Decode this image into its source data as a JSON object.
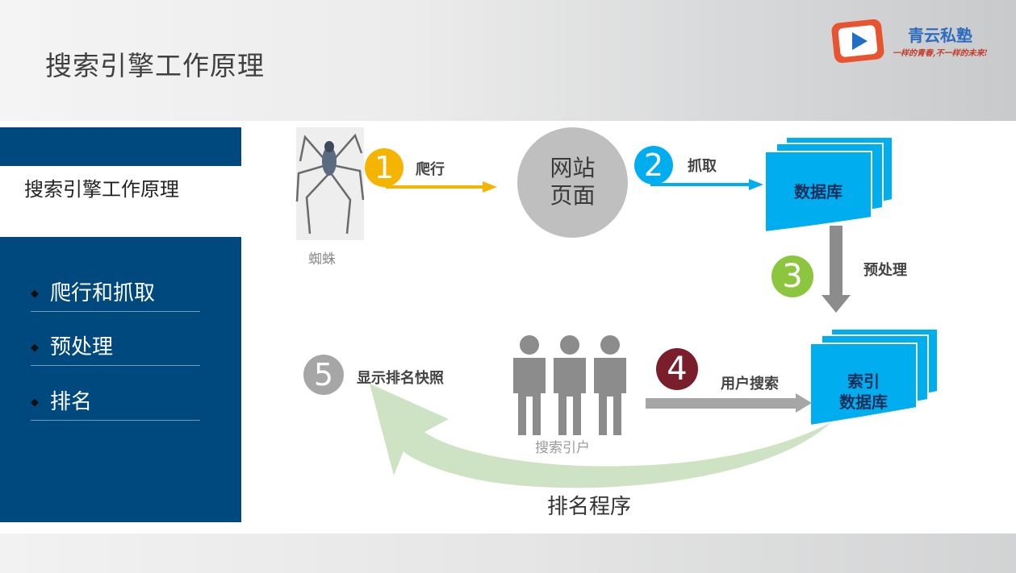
{
  "page": {
    "title": "搜索引擎工作原理"
  },
  "logo": {
    "name": "青云私塾",
    "slogan": "一样的青春,不一样的未来!"
  },
  "sidebar": {
    "current": "搜索引擎工作原理",
    "items": [
      {
        "label": "爬行和抓取"
      },
      {
        "label": "预处理"
      },
      {
        "label": "排名"
      }
    ]
  },
  "diagram": {
    "spider_caption": "蜘蛛",
    "steps": [
      {
        "num": "1",
        "label": "爬行",
        "color": "#f5b400"
      },
      {
        "num": "2",
        "label": "抓取",
        "color": "#00aeef"
      },
      {
        "num": "3",
        "label": "预处理",
        "color": "#8cc63f"
      },
      {
        "num": "4",
        "label": "用户搜索",
        "color": "#7b1e2c"
      },
      {
        "num": "5",
        "label": "显示排名快照",
        "color": "#a6a6a6"
      }
    ],
    "website": {
      "line1": "网站",
      "line2": "页面"
    },
    "database": "数据库",
    "index_db": {
      "line1": "索引",
      "line2": "数据库"
    },
    "users_caption": "搜索引户",
    "ranking": "排名程序"
  }
}
